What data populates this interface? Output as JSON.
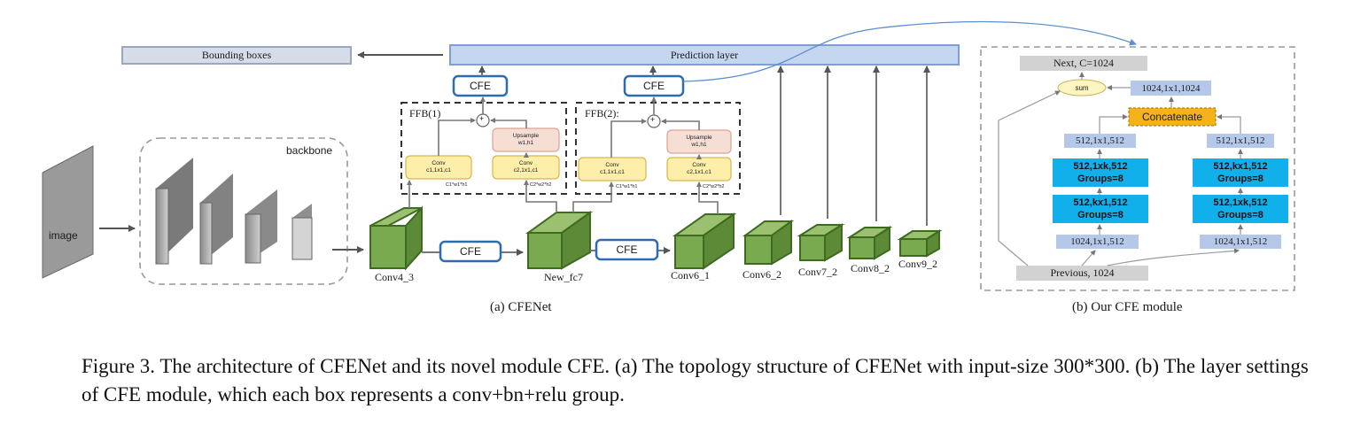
{
  "cfenet": {
    "output": {
      "bounding_boxes": "Bounding boxes",
      "prediction_layer": "Prediction layer"
    },
    "input_label": "image",
    "backbone_label": "backbone",
    "cfe_label": "CFE",
    "ffb1": {
      "title": "FFB(1)",
      "conv_left": {
        "line1": "Conv",
        "line2": "c1,1x1,c1"
      },
      "conv_right": {
        "line1": "Conv",
        "line2": "c2,1x1,c1"
      },
      "upsample": {
        "line1": "Upsample",
        "line2": "w1,h1"
      },
      "dim_left": "C1*w1*h1",
      "dim_right": "C2*w2*h2"
    },
    "ffb2": {
      "title": "FFB(2):",
      "conv_left": {
        "line1": "Conv",
        "line2": "c1,1x1,c1"
      },
      "conv_right": {
        "line1": "Conv",
        "line2": "c2,1x1,c1"
      },
      "upsample": {
        "line1": "Upsample",
        "line2": "w1,h1"
      },
      "dim_left": "C1*w1*h1",
      "dim_right": "C2*w2*h2"
    },
    "sum_symbol": "+",
    "feature_maps": [
      "Conv4_3",
      "New_fc7",
      "Conv6_1",
      "Conv6_2",
      "Conv7_2",
      "Conv8_2",
      "Conv9_2"
    ],
    "subcaption": "(a) CFENet"
  },
  "cfe_module": {
    "next": "Next, C=1024",
    "sum": "sum",
    "top_conv": "1024,1x1,1024",
    "concatenate": "Concatenate",
    "left_branch": {
      "out": "512,1x1,512",
      "conv2": {
        "line1": "512,1xk,512",
        "line2": "Groups=8"
      },
      "conv1": {
        "line1": "512,kx1,512",
        "line2": "Groups=8"
      },
      "in": "1024,1x1,512"
    },
    "right_branch": {
      "out": "512,1x1,512",
      "conv2": {
        "line1": "512,kx1,512",
        "line2": "Groups=8"
      },
      "conv1": {
        "line1": "512,1xk,512",
        "line2": "Groups=8"
      },
      "in": "1024,1x1,512"
    },
    "previous": "Previous, 1024",
    "subcaption": "(b) Our CFE module"
  },
  "caption": "Figure 3. The architecture of CFENet and its novel module CFE. (a) The topology structure of CFENet with input-size 300*300. (b) The layer settings of CFE module, which each box represents a conv+bn+relu group.",
  "colors": {
    "prediction": "#c5d6f1",
    "bbox": "#d6dce8",
    "conv_cube": "#7aaa4f",
    "conv_yellow": "#fdeea9",
    "upsample_pink": "#f6ded5",
    "cfe_border": "#2e6cb0",
    "cyan": "#12b0ea",
    "light_blue": "#b6c8ea",
    "orange": "#f6b21a",
    "gray_bar": "#d2d2d2"
  }
}
